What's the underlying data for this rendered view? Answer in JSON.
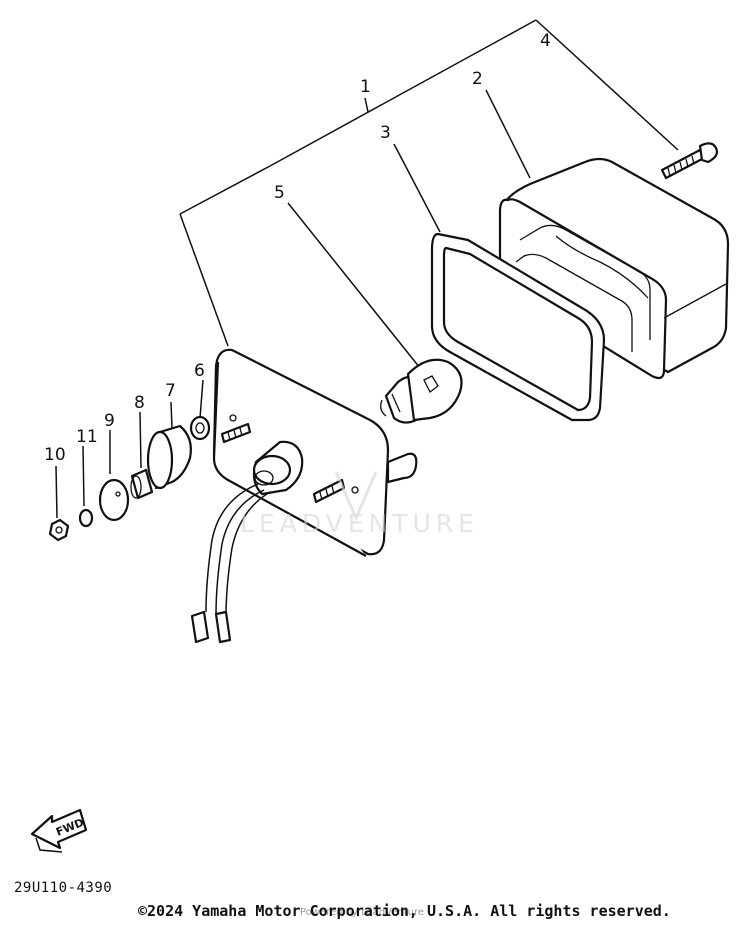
{
  "callouts": [
    "1",
    "2",
    "3",
    "4",
    "5",
    "6",
    "7",
    "8",
    "9",
    "10",
    "11"
  ],
  "fwd_label": "FWD",
  "diagram_code": "29U110-4390",
  "copyright": "©2024 Yamaha Motor Corporation, U.S.A. All rights reserved.",
  "watermark": "LEADVENTURE",
  "powered_by": "Powered by LeadVenture"
}
